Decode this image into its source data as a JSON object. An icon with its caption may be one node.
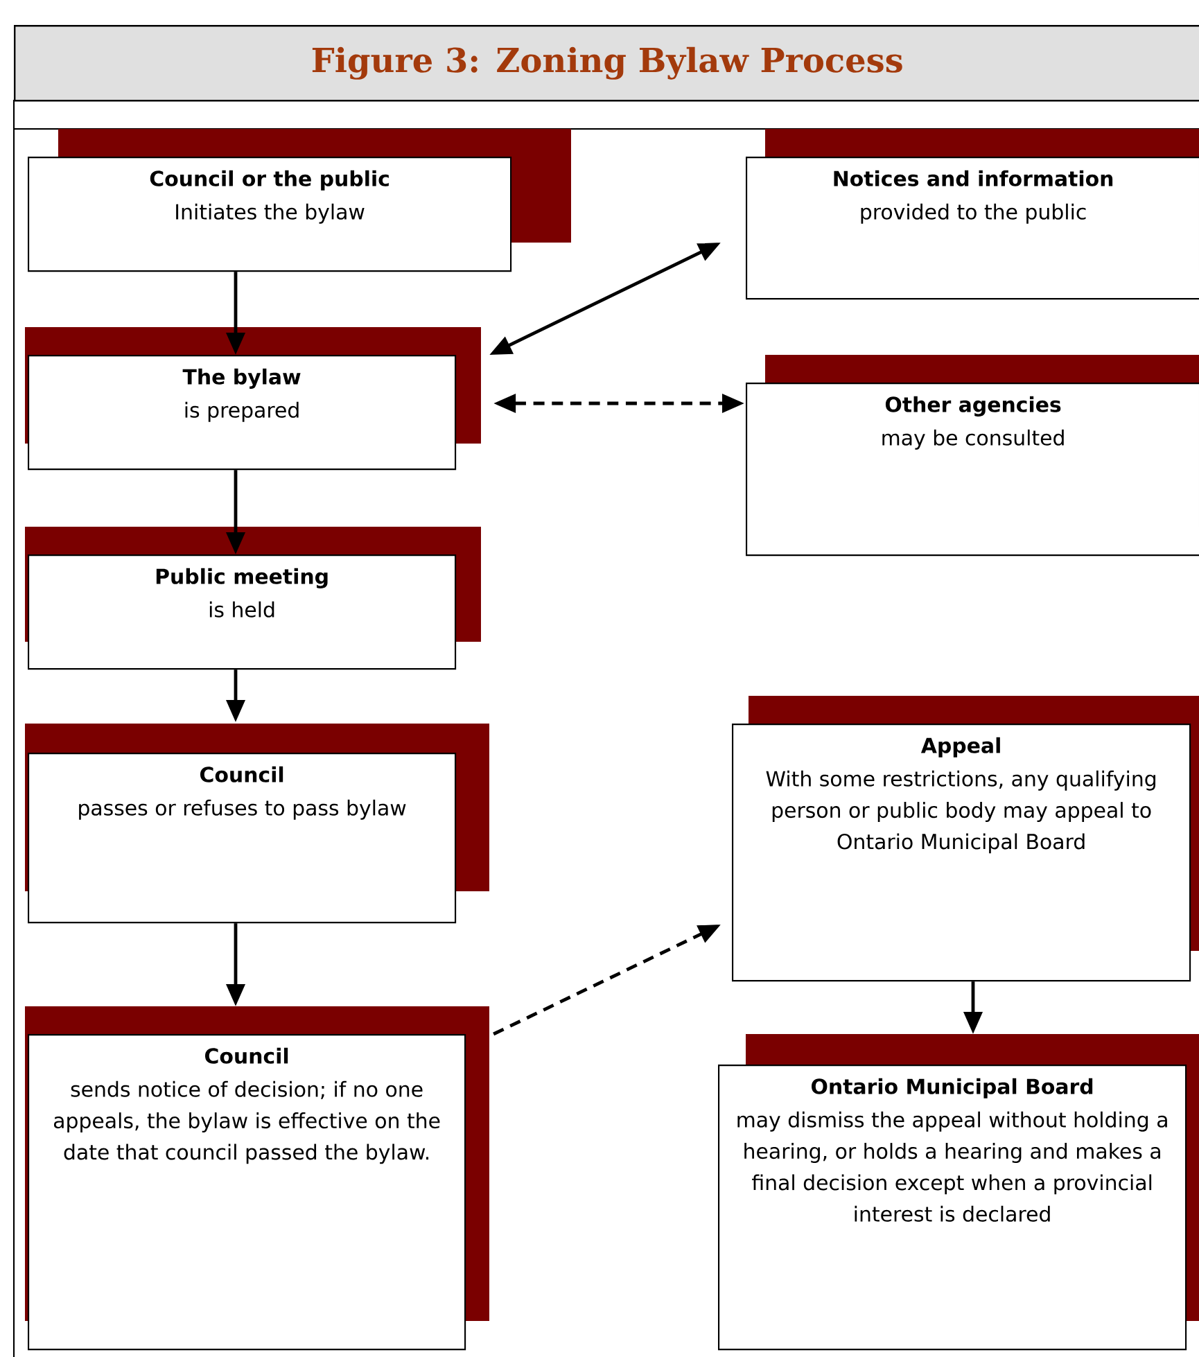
{
  "diagram": {
    "title": "Figure 3: Zoning Bylaw Process",
    "nodes": [
      {
        "text": [
          "Council or the public",
          "Initiates the bylaw"
        ]
      },
      {
        "text": [
          "Notices and information",
          "provided to the public"
        ]
      },
      {
        "text": [
          "The bylaw",
          "is prepared"
        ]
      },
      {
        "text": [
          "Other agencies",
          "may be consulted"
        ]
      },
      {
        "text": [
          "Public meeting",
          "is held"
        ]
      },
      {
        "text": [
          "Council",
          "passes or refuses to pass bylaw"
        ]
      },
      {
        "text": [
          "Appeal",
          "With some restrictions, any qualifying person or public body may appeal to Ontario Municipal Board"
        ]
      },
      {
        "text": [
          "Council",
          "sends notice of decision; if no one appeals, the bylaw is effective on the date that council passed the bylaw."
        ]
      },
      {
        "text": [
          "Ontario Municipal Board",
          "may dismiss the appeal without holding a hearing, or holds a hearing and makes a final decision except when a provincial interest is declared"
        ]
      }
    ],
    "edges": [
      {
        "from": 0,
        "to": 2,
        "arrow": "to"
      },
      {
        "from": 2,
        "to": 1,
        "arrow": "both"
      },
      {
        "from": 2,
        "to": 3,
        "arrow": "both",
        "style": "dashed"
      },
      {
        "from": 2,
        "to": 4,
        "arrow": "to"
      },
      {
        "from": 4,
        "to": 5,
        "arrow": "to"
      },
      {
        "from": 5,
        "to": 7,
        "arrow": "to"
      },
      {
        "from": 7,
        "to": 6,
        "arrow": "to",
        "style": "dashed"
      },
      {
        "from": 6,
        "to": 8,
        "arrow": "to"
      }
    ]
  }
}
